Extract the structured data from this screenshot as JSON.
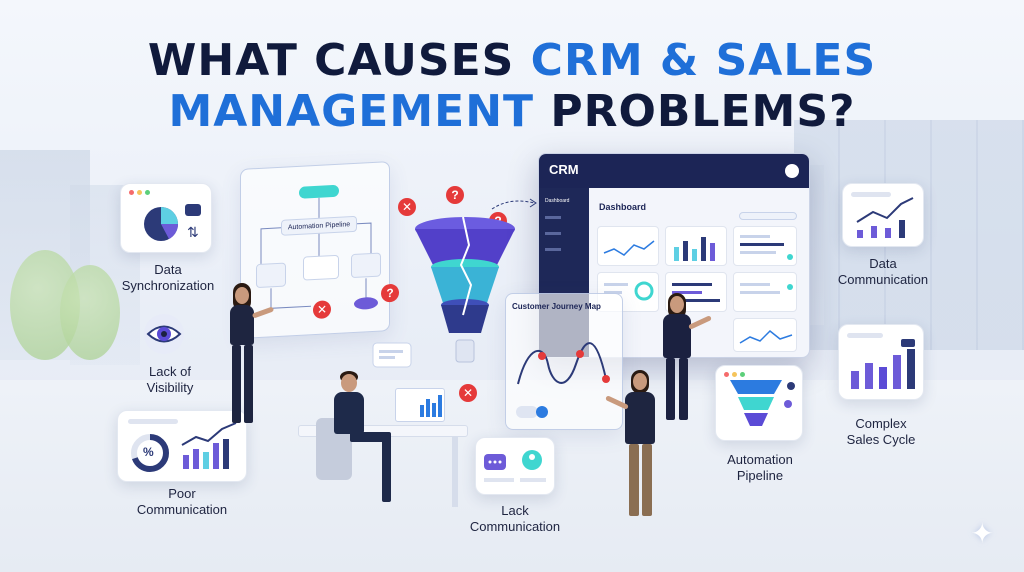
{
  "title": {
    "line1_prefix": "WHAT CAUSES ",
    "line1_accent": "CRM & SALES",
    "line2_accent": "MANAGEMENT",
    "line2_suffix": " PROBLEMS?"
  },
  "colors": {
    "navy": "#101a3c",
    "accent_blue": "#1f6fd8",
    "purple": "#5b4bd6",
    "teal": "#3fd6d0",
    "error_red": "#e53a3a"
  },
  "labels": {
    "data_sync": "Data\nSynchronization",
    "lack_visibility": "Lack of\nVisibility",
    "poor_communication": "Poor\nCommunication",
    "lack_communication": "Lack\nCommunication",
    "automation_pipeline": "Automation\nPipeline",
    "data_communication": "Data\nCommunication",
    "complex_sales_cycle": "Complex\nSales Cycle"
  },
  "flow_panel": {
    "title": "Automation Pipeline"
  },
  "journey_panel": {
    "title": "Customer Journey Map"
  },
  "crm_screen": {
    "logo": "CRM",
    "nav_active": "Dashboard",
    "heading": "Dashboard"
  },
  "icons": {
    "pie": "pie-chart-icon",
    "eye": "eye-icon",
    "percent": "percent-icon",
    "chat": "chat-icon",
    "funnel": "funnel-icon",
    "sparkle": "sparkle-icon"
  },
  "glyphs": {
    "percent": "%",
    "question": "?",
    "error": "✕",
    "arrows": "⇅",
    "sparkle": "✦"
  }
}
